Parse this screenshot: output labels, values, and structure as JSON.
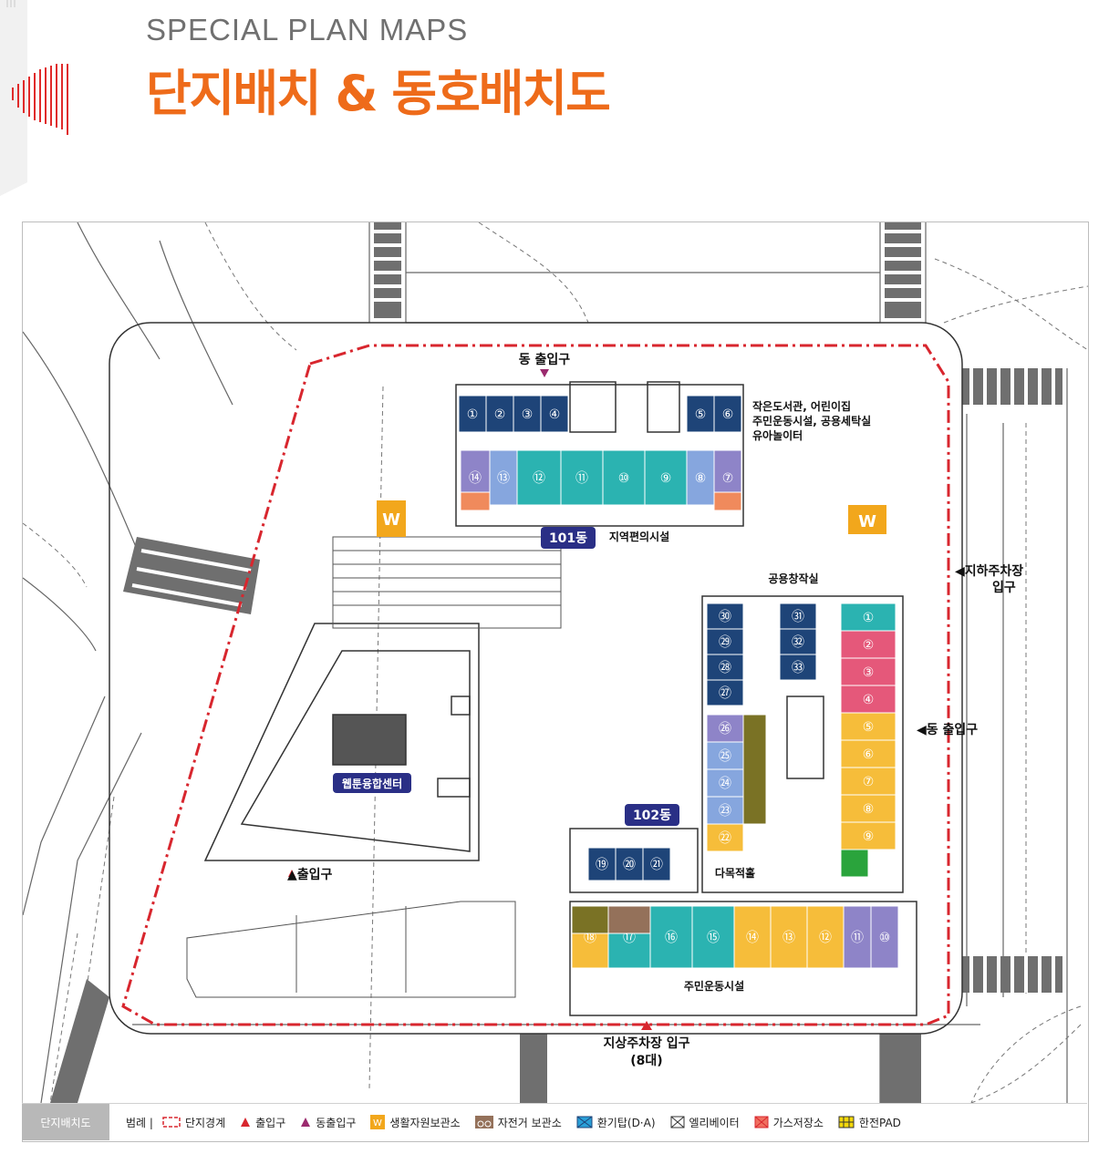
{
  "header": {
    "subtitle": "SPECIAL PLAN MAPS",
    "title": "단지배치 & 동호배치도"
  },
  "map": {
    "buildings": {
      "b101": "101동",
      "b102": "102동"
    },
    "labels": {
      "entrance_top": "동 출입구",
      "facility_top_line1": "작은도서관, 어린이집",
      "facility_top_line2": "주민운동시설, 공용세탁실",
      "facility_top_line3": "유아놀이터",
      "convenience": "지역편의시설",
      "shared_workshop": "공용창작실",
      "underground_parking_line1": "◀지하주차장",
      "underground_parking_line2": "입구",
      "entrance_east": "◀동 출입구",
      "webtoon_center": "웹툰융합센터",
      "main_entrance": "▲출입구",
      "multipurpose_hall": "다목적홀",
      "fitness": "주민운동시설",
      "surface_parking_line1": "지상주차장 입구",
      "surface_parking_line2": "(8대)",
      "waste_w": "W"
    },
    "units_101_top": [
      "①",
      "②",
      "③",
      "④",
      "⑤",
      "⑥"
    ],
    "units_101_bottom": [
      "⑭",
      "⑬",
      "⑫",
      "⑪",
      "⑩",
      "⑨",
      "⑧",
      "⑦"
    ],
    "units_102_a": [
      "㉚",
      "㉙",
      "㉘",
      "㉗"
    ],
    "units_102_b": [
      "㉛",
      "㉜",
      "㉝"
    ],
    "units_102_c": [
      "㉖",
      "㉕",
      "㉔",
      "㉓",
      "㉒"
    ],
    "units_102_d": [
      "⑲",
      "⑳",
      "㉑"
    ],
    "units_102_east": [
      "①",
      "②",
      "③",
      "④",
      "⑤",
      "⑥",
      "⑦",
      "⑧",
      "⑨"
    ],
    "units_102_south": [
      "⑱",
      "⑰",
      "⑯",
      "⑮",
      "⑭",
      "⑬",
      "⑫",
      "⑪",
      "⑩"
    ],
    "colors": {
      "navy": "#1e4478",
      "teal": "#2bb3b1",
      "lilac": "#8e84c8",
      "lightblue": "#86a6de",
      "salmon": "#f08a5c",
      "pink": "#e5587a",
      "yellow": "#f6bd3a",
      "olive": "#7a7225",
      "brown": "#94715a",
      "green": "#2aa43c",
      "boundary": "#d8262e",
      "purple_badge": "#2a2f86"
    }
  },
  "legend": {
    "tab": "단지배치도",
    "title": "범례 |",
    "items": [
      {
        "icon": "dashed-box-icon",
        "label": "단지경계"
      },
      {
        "icon": "red-triangle-icon",
        "label": "출입구"
      },
      {
        "icon": "purple-triangle-icon",
        "label": "동출입구"
      },
      {
        "icon": "w-box-icon",
        "label": "생활자원보관소"
      },
      {
        "icon": "bicycle-icon",
        "label": "자전거 보관소"
      },
      {
        "icon": "vent-icon",
        "label": "환기탑(D·A)"
      },
      {
        "icon": "elevator-icon",
        "label": "엘리베이터"
      },
      {
        "icon": "gas-icon",
        "label": "가스저장소"
      },
      {
        "icon": "pad-icon",
        "label": "한전PAD"
      }
    ]
  }
}
